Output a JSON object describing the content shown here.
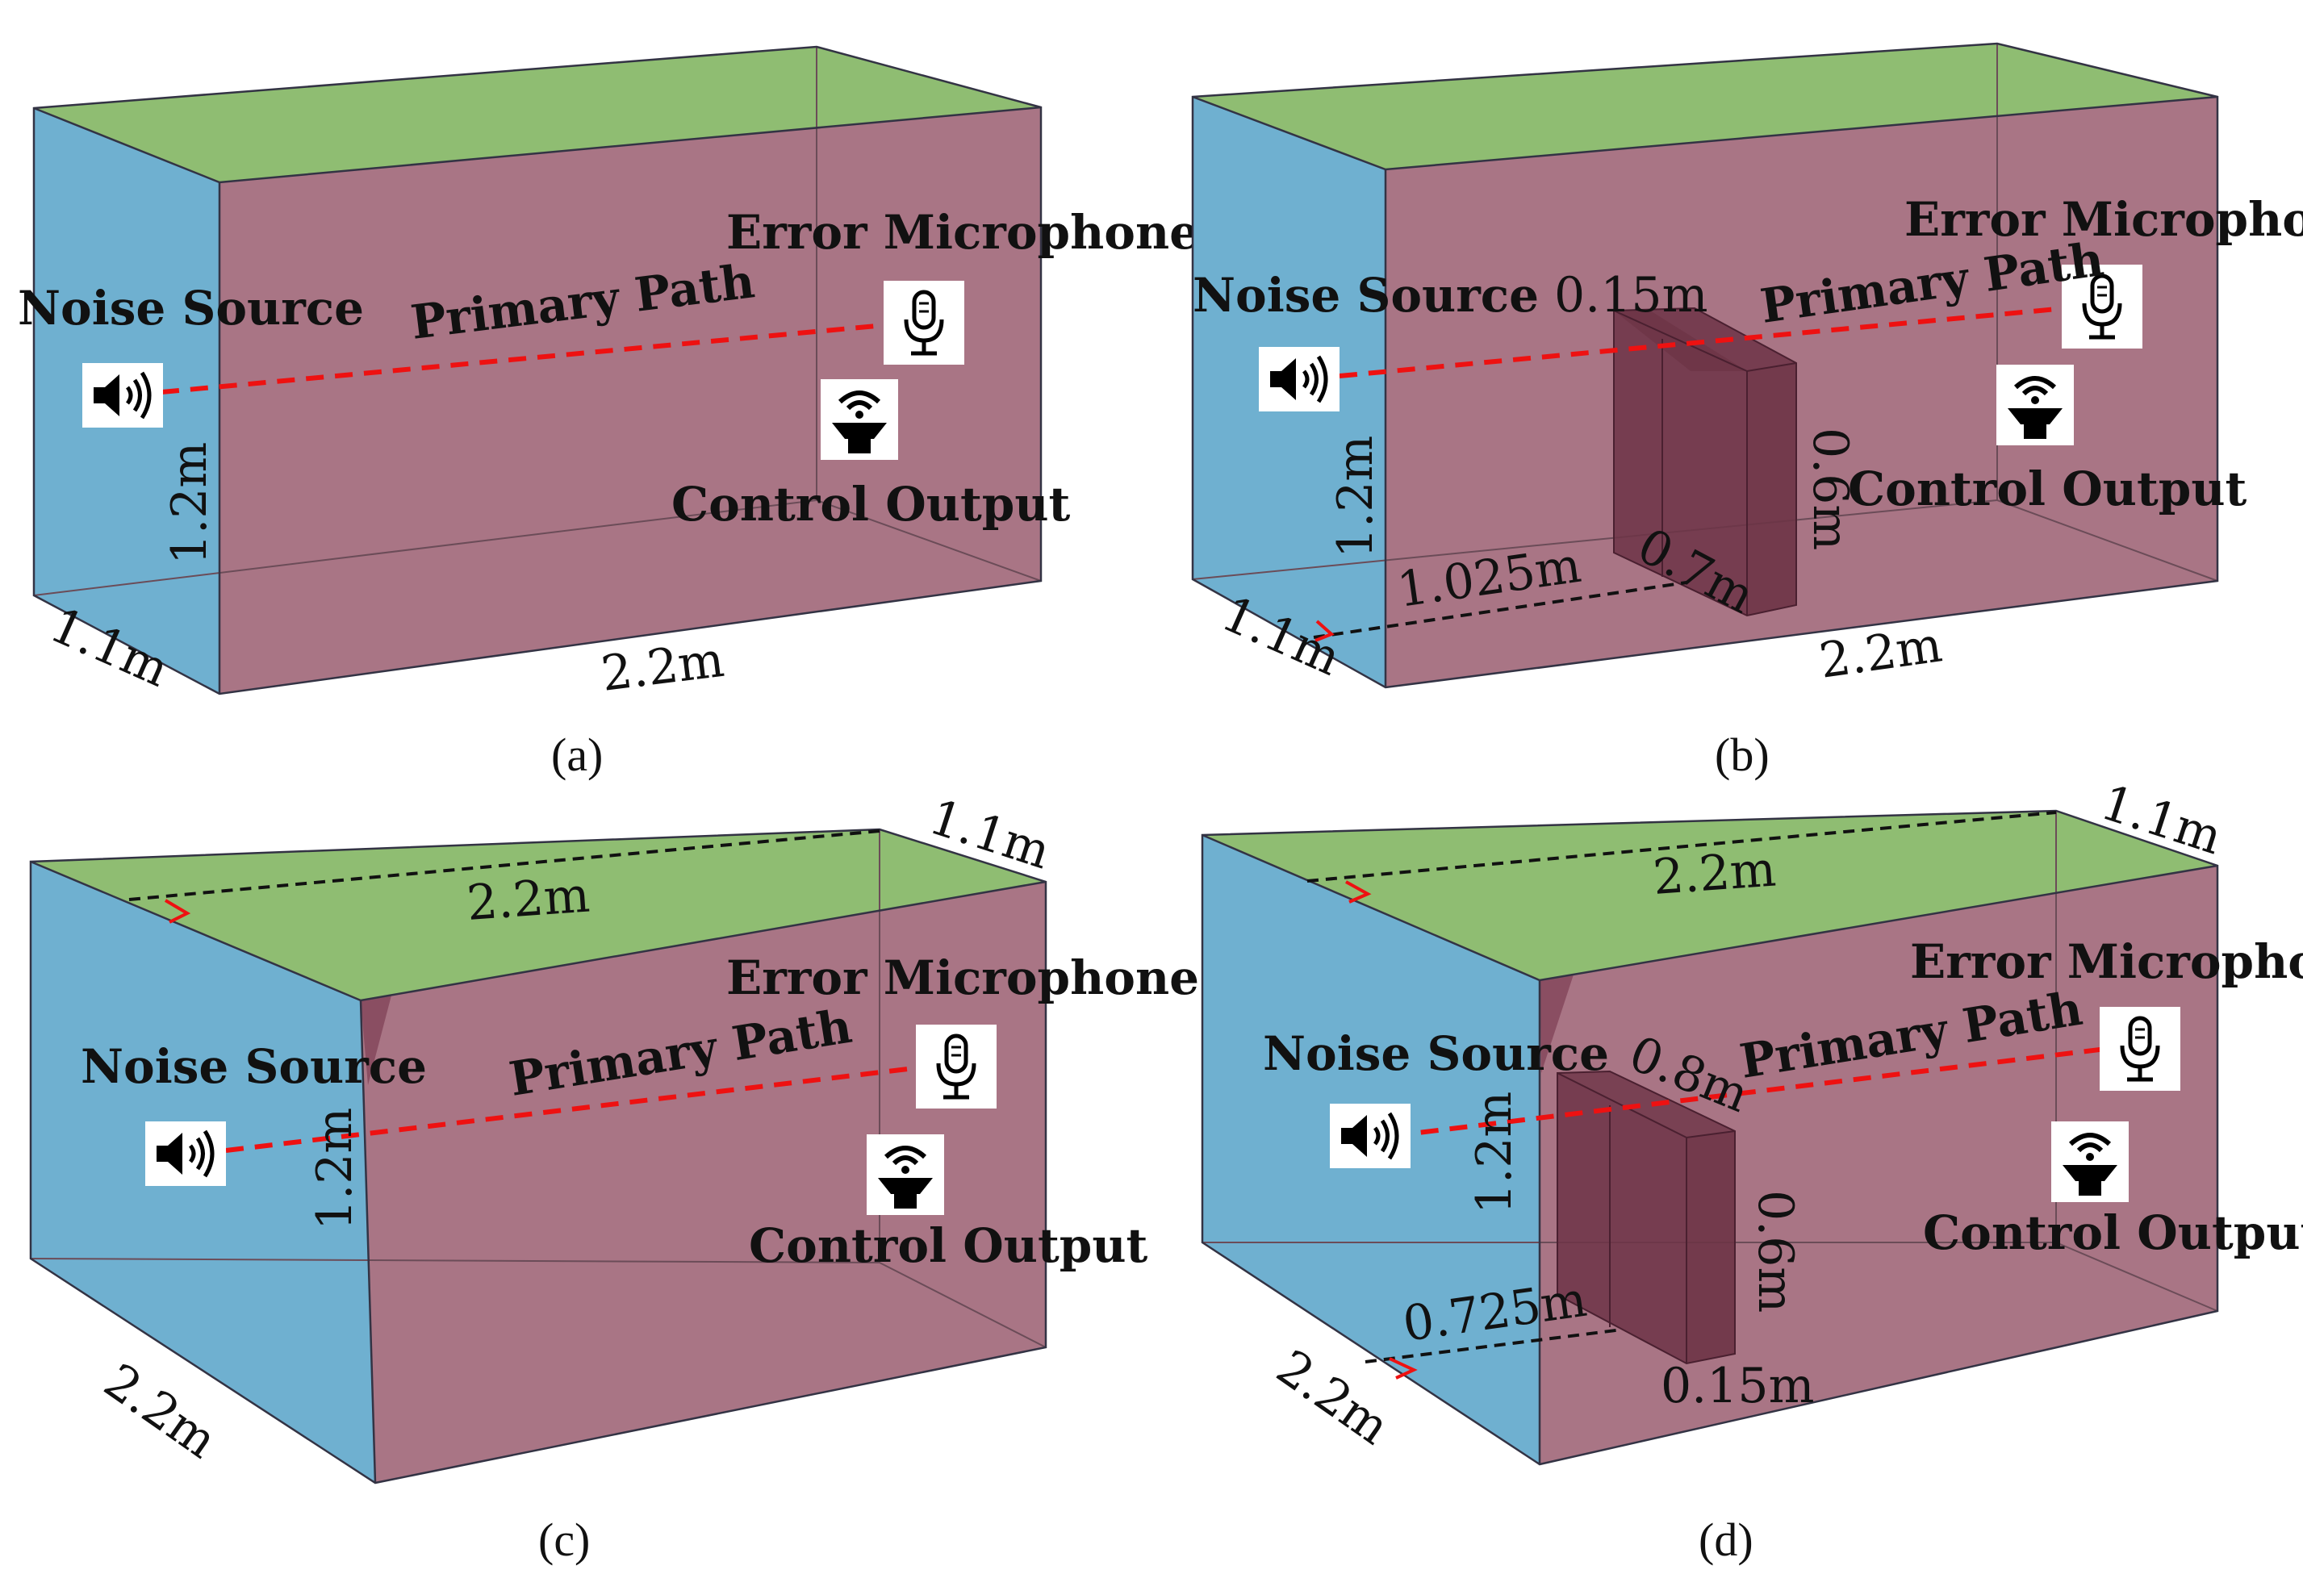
{
  "colors": {
    "top_face": "#8fbd72",
    "side_face": "#6fb0d0",
    "front_face": "#a97585",
    "obstacle": "#6d3446",
    "primary_path": "#ee1111"
  },
  "icons": [
    "speaker-icon",
    "microphone-icon",
    "control-speaker-icon"
  ],
  "panels": [
    {
      "caption": "(a)",
      "noise_source": "Noise Source",
      "primary_path": "Primary Path",
      "error_microphone": "Error Microphone",
      "control_output": "Control Output",
      "dimensions": {
        "height": "1.2m",
        "depth": "1.1m",
        "length": "2.2m"
      }
    },
    {
      "caption": "(b)",
      "noise_source": "Noise Source",
      "primary_path": "Primary Path",
      "error_microphone": "Error Microphone",
      "control_output": "Control Output",
      "dimensions": {
        "height": "1.2m",
        "depth": "1.1m",
        "length": "2.2m"
      },
      "obstacle": {
        "thickness": "0.15m",
        "height": "0.6m",
        "width": "0.7m",
        "offset": "1.025m"
      }
    },
    {
      "caption": "(c)",
      "noise_source": "Noise Source",
      "primary_path": "Primary Path",
      "error_microphone": "Error Microphone",
      "control_output": "Control Output",
      "dimensions": {
        "height": "1.2m",
        "depth": "2.2m",
        "length": "2.2m",
        "top_depth": "1.1m"
      }
    },
    {
      "caption": "(d)",
      "noise_source": "Noise Source",
      "primary_path": "Primary Path",
      "error_microphone": "Error Microphone",
      "control_output": "Control Output",
      "dimensions": {
        "height": "1.2m",
        "depth": "2.2m",
        "length": "2.2m",
        "top_depth": "1.1m"
      },
      "obstacle": {
        "width": "0.8m",
        "height": "0.6m",
        "thickness": "0.15m",
        "offset": "0.725m"
      }
    }
  ]
}
